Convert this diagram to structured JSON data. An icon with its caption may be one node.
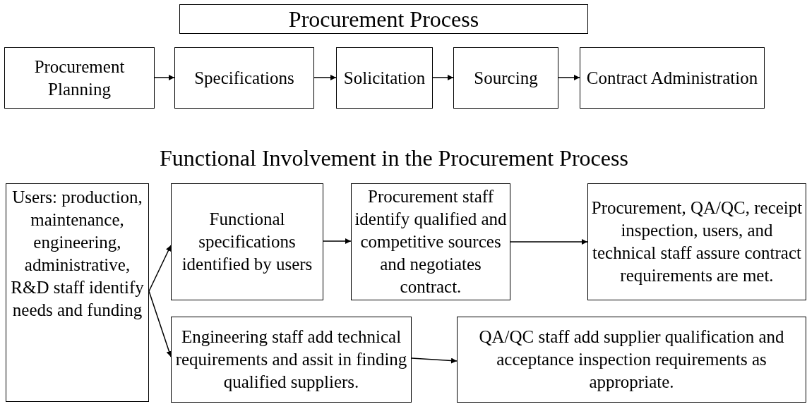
{
  "diagram": {
    "nodes": [
      {
        "text": [
          "Procurement Process"
        ]
      },
      {
        "text": [
          "Procurement Planning"
        ]
      },
      {
        "text": [
          "Specifications"
        ]
      },
      {
        "text": [
          "Solicitation"
        ]
      },
      {
        "text": [
          "Sourcing"
        ]
      },
      {
        "text": [
          "Contract Administration"
        ]
      },
      {
        "text": [
          "Users: production, maintenance, engineering, administrative, R&D staff identify needs and funding"
        ]
      },
      {
        "text": [
          "Functional specifications identified by users"
        ]
      },
      {
        "text": [
          "Procurement staff identify qualified and competitive sources and negotiates contract."
        ]
      },
      {
        "text": [
          "Procurement, QA/QC, receipt inspection, users, and technical staff assure contract requirements are met."
        ]
      },
      {
        "text": [
          "Engineering staff add technical requirements and assit in finding qualified suppliers."
        ]
      },
      {
        "text": [
          "QA/QC staff add supplier qualification and acceptance inspection requirements as appropriate."
        ]
      }
    ],
    "edges": [
      {
        "from": 1,
        "to": 2,
        "arrow": "to"
      },
      {
        "from": 2,
        "to": 3,
        "arrow": "to"
      },
      {
        "from": 3,
        "to": 4,
        "arrow": "to"
      },
      {
        "from": 4,
        "to": 5,
        "arrow": "to"
      },
      {
        "from": 6,
        "to": 7,
        "arrow": "to"
      },
      {
        "from": 6,
        "to": 10,
        "arrow": "to"
      },
      {
        "from": 7,
        "to": 8,
        "arrow": "to"
      },
      {
        "from": 8,
        "to": 9,
        "arrow": "to"
      },
      {
        "from": 10,
        "to": 11,
        "arrow": "to"
      }
    ],
    "labels": [
      "Functional Involvement in the Procurement Process"
    ]
  }
}
